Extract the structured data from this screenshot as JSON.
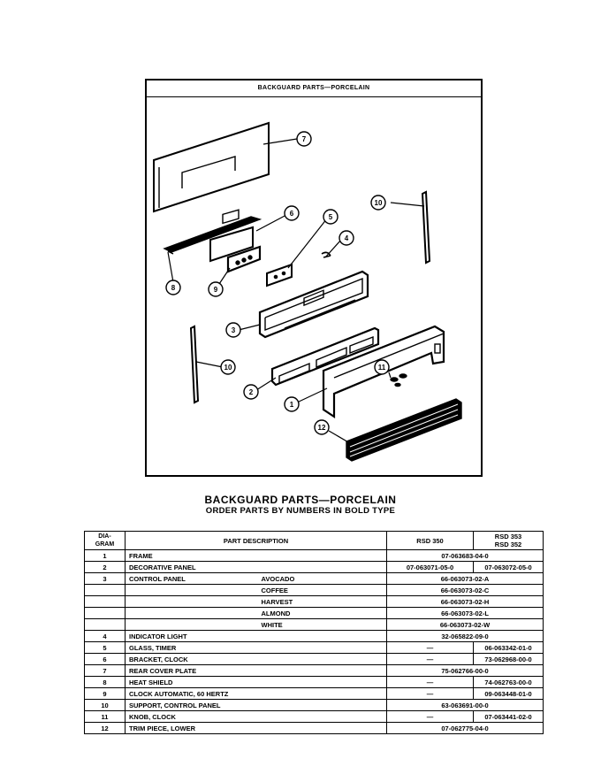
{
  "diagram": {
    "title": "BACKGUARD PARTS—PORCELAIN",
    "callouts": [
      "1",
      "2",
      "3",
      "4",
      "5",
      "6",
      "7",
      "8",
      "9",
      "10",
      "10",
      "11",
      "12"
    ]
  },
  "heading": {
    "title": "BACKGUARD PARTS—PORCELAIN",
    "subtitle": "ORDER PARTS BY NUMBERS IN BOLD TYPE"
  },
  "table": {
    "headers": {
      "diagram": "DIA-\nGRAM",
      "description": "PART DESCRIPTION",
      "rsd350": "RSD 350",
      "rsd353": "RSD 353",
      "rsd352": "RSD 352"
    },
    "rows": [
      {
        "dia": "1",
        "desc": "FRAME",
        "both": "07-063683-04-0"
      },
      {
        "dia": "2",
        "desc": "DECORATIVE PANEL",
        "rsd350": "07-063071-05-0",
        "rsd353": "07-063072-05-0"
      },
      {
        "dia": "3",
        "desc": "CONTROL PANEL",
        "color": "AVOCADO",
        "both": "66-063073-02-A"
      },
      {
        "dia": "",
        "desc": "",
        "color": "COFFEE",
        "both": "66-063073-02-C"
      },
      {
        "dia": "",
        "desc": "",
        "color": "HARVEST",
        "both": "66-063073-02-H"
      },
      {
        "dia": "",
        "desc": "",
        "color": "ALMOND",
        "both": "66-063073-02-L"
      },
      {
        "dia": "",
        "desc": "",
        "color": "WHITE",
        "both": "66-063073-02-W"
      },
      {
        "dia": "4",
        "desc": "INDICATOR LIGHT",
        "both": "32-065822-09-0"
      },
      {
        "dia": "5",
        "desc": "GLASS, TIMER",
        "rsd350": "—",
        "rsd353": "06-063342-01-0"
      },
      {
        "dia": "6",
        "desc": "BRACKET, CLOCK",
        "rsd350": "—",
        "rsd353": "73-062968-00-0"
      },
      {
        "dia": "7",
        "desc": "REAR COVER PLATE",
        "both": "75-062766-00-0"
      },
      {
        "dia": "8",
        "desc": "HEAT SHIELD",
        "rsd350": "—",
        "rsd353": "74-062763-00-0"
      },
      {
        "dia": "9",
        "desc": "CLOCK AUTOMATIC, 60 HERTZ",
        "rsd350": "—",
        "rsd353": "09-063448-01-0"
      },
      {
        "dia": "10",
        "desc": "SUPPORT, CONTROL PANEL",
        "both": "63-063691-00-0"
      },
      {
        "dia": "11",
        "desc": "KNOB, CLOCK",
        "rsd350": "—",
        "rsd353": "07-063441-02-0"
      },
      {
        "dia": "12",
        "desc": "TRIM PIECE, LOWER",
        "both": "07-062775-04-0"
      }
    ]
  }
}
